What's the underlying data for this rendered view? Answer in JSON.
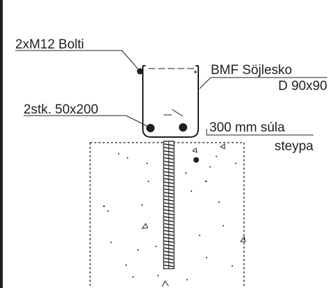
{
  "labels": {
    "bolts": "2xM12 Bolti",
    "bracket_line1": "BMF Söjlesko",
    "bracket_line2": "D 90x90",
    "posts": "2stk. 50x200",
    "column_line1": "300 mm súla",
    "column_line2": "steypa"
  },
  "colors": {
    "ink": "#1f1f1f",
    "paper": "#ffffff"
  }
}
